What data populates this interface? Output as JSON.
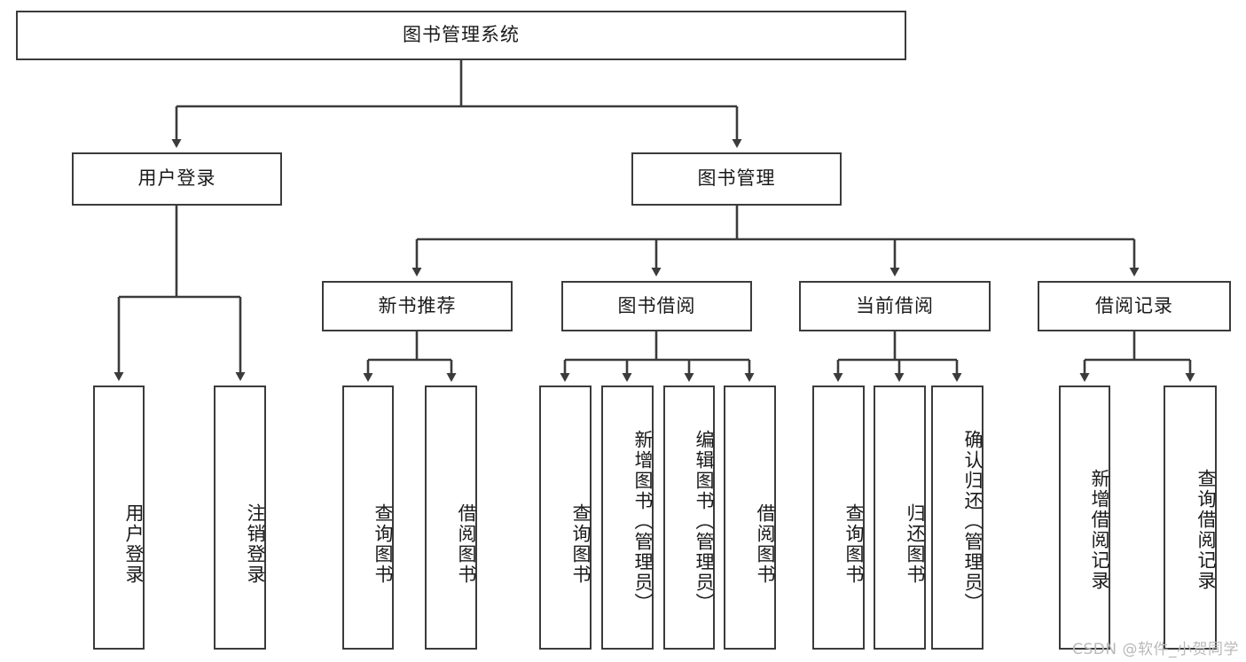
{
  "diagram": {
    "type": "tree-hierarchy",
    "title": "图书管理系统",
    "root": {
      "id": "root",
      "label": "图书管理系统",
      "orientation": "horizontal"
    },
    "level1": [
      {
        "id": "user-login",
        "label": "用户登录",
        "orientation": "horizontal"
      },
      {
        "id": "book-manage",
        "label": "图书管理",
        "orientation": "horizontal"
      }
    ],
    "level2": [
      {
        "id": "new-book-recommend",
        "label": "新书推荐",
        "parent": "book-manage",
        "orientation": "horizontal"
      },
      {
        "id": "book-borrow",
        "label": "图书借阅",
        "parent": "book-manage",
        "orientation": "horizontal"
      },
      {
        "id": "current-borrow",
        "label": "当前借阅",
        "parent": "book-manage",
        "orientation": "horizontal"
      },
      {
        "id": "borrow-record",
        "label": "借阅记录",
        "parent": "book-manage",
        "orientation": "horizontal"
      }
    ],
    "leaves": [
      {
        "id": "leaf-user-login",
        "label": "用户登录",
        "parent": "user-login",
        "orientation": "vertical"
      },
      {
        "id": "leaf-logout-login",
        "label": "注销登录",
        "parent": "user-login",
        "orientation": "vertical"
      },
      {
        "id": "leaf-query-book-1",
        "label": "查询图书",
        "parent": "new-book-recommend",
        "orientation": "vertical"
      },
      {
        "id": "leaf-borrow-book-1",
        "label": "借阅图书",
        "parent": "new-book-recommend",
        "orientation": "vertical"
      },
      {
        "id": "leaf-query-book-2",
        "label": "查询图书",
        "parent": "book-borrow",
        "orientation": "vertical"
      },
      {
        "id": "leaf-add-book",
        "label": "新增图书（管理员）",
        "parent": "book-borrow",
        "orientation": "vertical"
      },
      {
        "id": "leaf-edit-book",
        "label": "编辑图书（管理员）",
        "parent": "book-borrow",
        "orientation": "vertical"
      },
      {
        "id": "leaf-borrow-book-2",
        "label": "借阅图书",
        "parent": "book-borrow",
        "orientation": "vertical"
      },
      {
        "id": "leaf-query-book-3",
        "label": "查询图书",
        "parent": "current-borrow",
        "orientation": "vertical"
      },
      {
        "id": "leaf-return-book",
        "label": "归还图书",
        "parent": "current-borrow",
        "orientation": "vertical"
      },
      {
        "id": "leaf-confirm-return",
        "label": "确认归还（管理员）",
        "parent": "current-borrow",
        "orientation": "vertical"
      },
      {
        "id": "leaf-add-record",
        "label": "新增借阅记录",
        "parent": "borrow-record",
        "orientation": "vertical"
      },
      {
        "id": "leaf-query-record",
        "label": "查询借阅记录",
        "parent": "borrow-record",
        "orientation": "vertical"
      }
    ],
    "colors": {
      "stroke": "#3b3b3b",
      "text": "#1a1a1a",
      "background": "#ffffff",
      "watermark": "#b9b9b9"
    }
  },
  "watermark": {
    "text": "CSDN @软件_小贺同学"
  }
}
